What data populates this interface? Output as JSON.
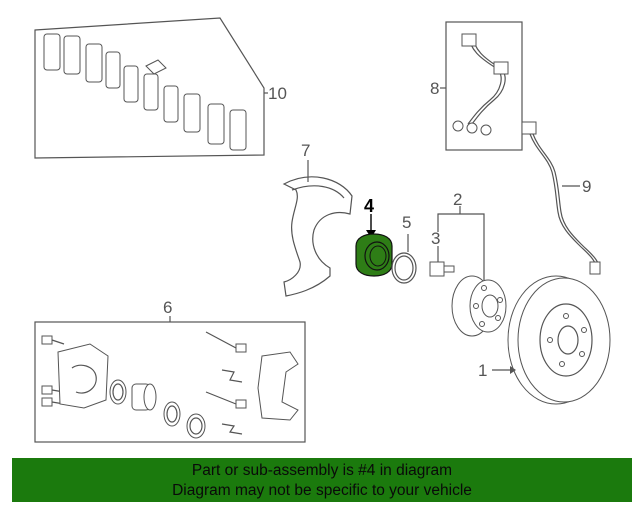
{
  "callouts": {
    "c1": "1",
    "c2": "2",
    "c3": "3",
    "c4": "4",
    "c5": "5",
    "c6": "6",
    "c7": "7",
    "c8": "8",
    "c9": "9",
    "c10": "10"
  },
  "highlight_color": "#2e7d16",
  "banner": {
    "line1": "Part or sub-assembly is #4 in diagram",
    "line2": "Diagram may not be specific to your vehicle",
    "background": "#1b7a0d"
  }
}
